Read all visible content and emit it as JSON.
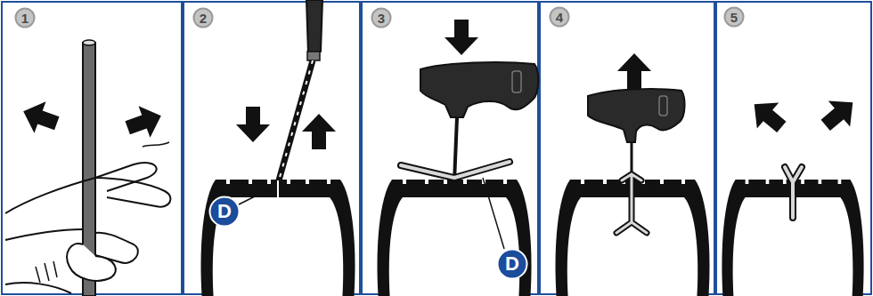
{
  "diagram": {
    "nodes": [
      {
        "text": [
          "1"
        ]
      },
      {
        "text": [
          "2"
        ]
      },
      {
        "text": [
          "D"
        ]
      },
      {
        "text": [
          "3"
        ]
      },
      {
        "text": [
          "D"
        ]
      },
      {
        "text": [
          "4"
        ]
      },
      {
        "text": [
          "5"
        ]
      }
    ]
  }
}
